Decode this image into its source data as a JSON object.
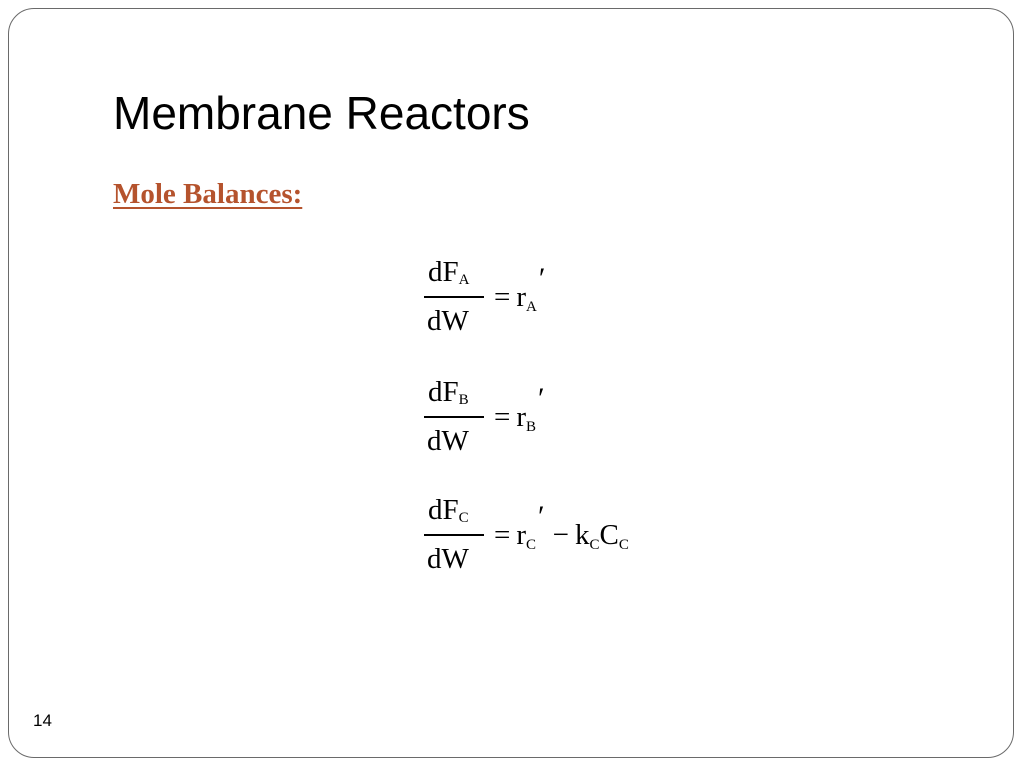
{
  "slide": {
    "title": "Membrane Reactors",
    "subtitle": "Mole Balances:",
    "page_number": "14"
  },
  "equations": [
    {
      "num_var": "dF",
      "num_sub": "A",
      "den": "dW",
      "eq": "=",
      "rhs_var": "r",
      "rhs_sub": "A",
      "prime": "′"
    },
    {
      "num_var": "dF",
      "num_sub": "B",
      "den": "dW",
      "eq": "=",
      "rhs_var": "r",
      "rhs_sub": "B",
      "prime": "′"
    },
    {
      "num_var": "dF",
      "num_sub": "C",
      "den": "dW",
      "eq": "=",
      "rhs_var": "r",
      "rhs_sub": "C",
      "prime": "′",
      "minus": "−",
      "k_var": "k",
      "k_sub": "C",
      "c_var": "C",
      "c_sub": "C"
    }
  ],
  "colors": {
    "subtitle": "#b5532d",
    "frame": "#6a6a6a"
  }
}
